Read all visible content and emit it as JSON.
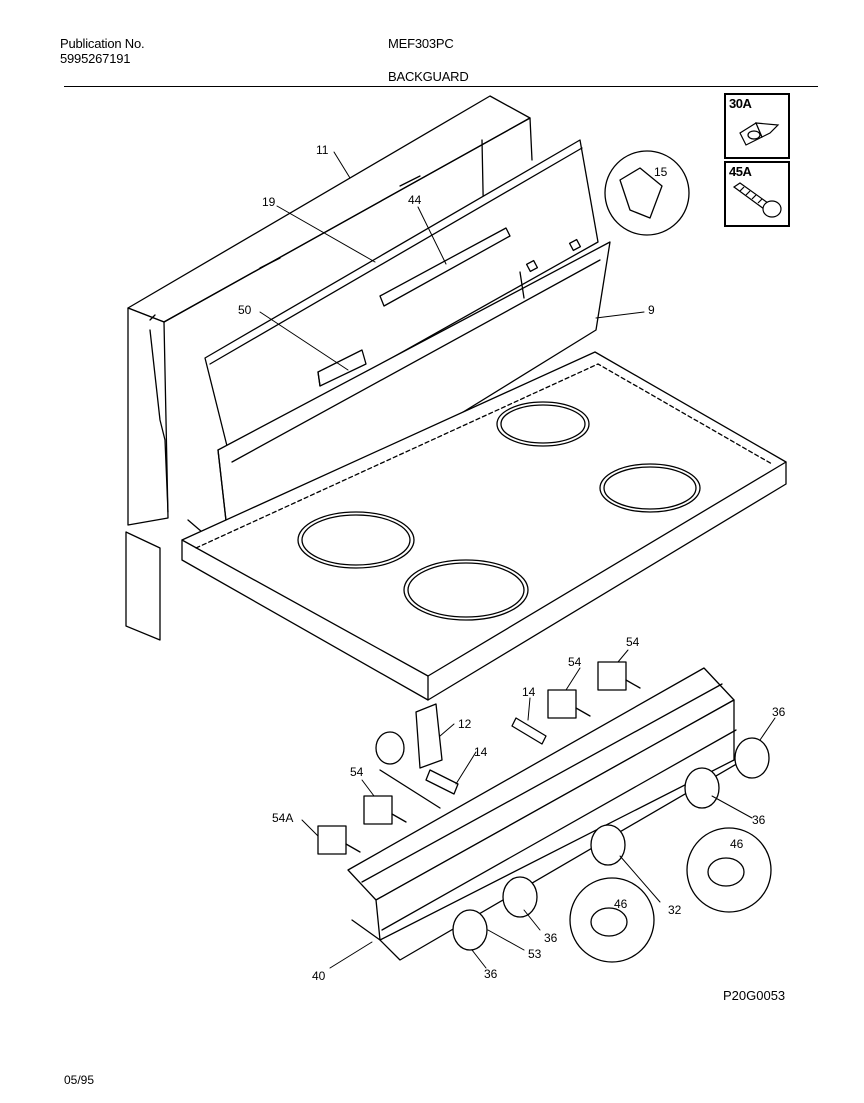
{
  "header": {
    "publication_label": "Publication No.",
    "publication_number": "5995267191",
    "model": "MEF303PC",
    "section": "BACKGUARD"
  },
  "insets": {
    "part_30a": "30A",
    "part_45a": "45A"
  },
  "callouts": {
    "c11": "11",
    "c19": "19",
    "c44": "44",
    "c15": "15",
    "c50": "50",
    "c9": "9",
    "c54_top": "54",
    "c54_mid": "54",
    "c14_top": "14",
    "c12": "12",
    "c14_mid": "14",
    "c54_left": "54",
    "c54a": "54A",
    "c36_right": "36",
    "c36_mid": "36",
    "c46_right": "46",
    "c46_mid": "46",
    "c32": "32",
    "c36_low": "36",
    "c53": "53",
    "c36_bottom": "36",
    "c40": "40"
  },
  "footer": {
    "ref_code": "P20G0053",
    "date": "05/95"
  }
}
